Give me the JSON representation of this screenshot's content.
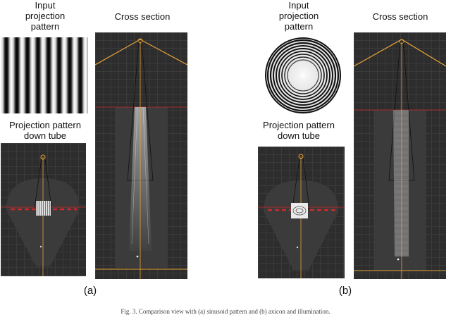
{
  "figure": {
    "panel_a": {
      "input_label": "Input\nprojection\npattern",
      "cross_label": "Cross section",
      "down_label": "Projection pattern\ndown tube",
      "sub_label": "(a)"
    },
    "panel_b": {
      "input_label": "Input\nprojection\npattern",
      "cross_label": "Cross section",
      "down_label": "Projection pattern\ndown tube",
      "sub_label": "(b)"
    },
    "caption": "Fig. 3. Comparison view with (a) sinusoid pattern and (b) axicon and illumination."
  },
  "colors": {
    "background_dark": "#2d2d2d",
    "accent_orange": "#e8a23a",
    "accent_red": "#cc2a2a"
  }
}
